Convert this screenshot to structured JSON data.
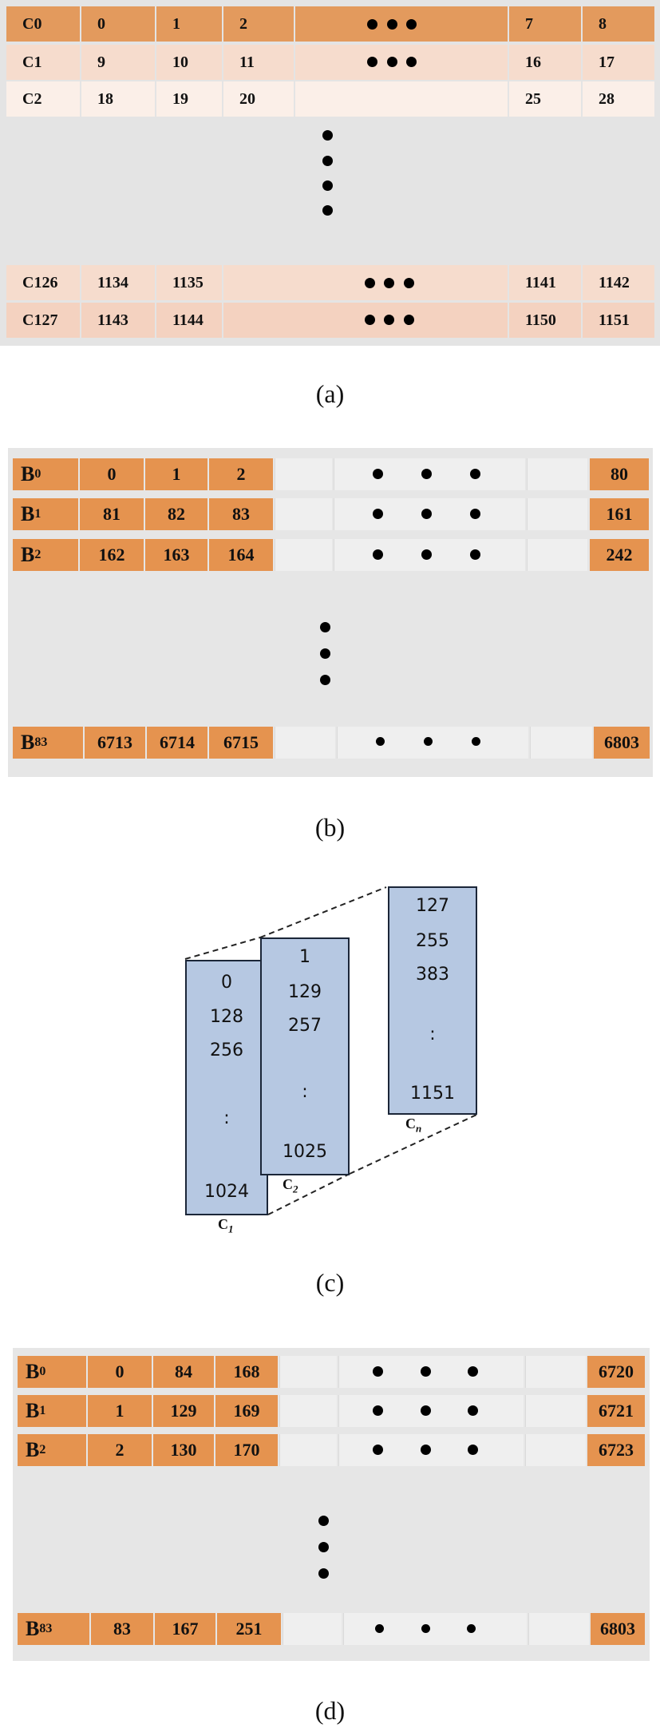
{
  "panel_a": {
    "rows": [
      {
        "label": "C0",
        "cells": [
          "0",
          "1",
          "2",
          "7",
          "8"
        ]
      },
      {
        "label": "C1",
        "cells": [
          "9",
          "10",
          "11",
          "16",
          "17"
        ]
      },
      {
        "label": "C2",
        "cells": [
          "18",
          "19",
          "20",
          "25",
          "28"
        ]
      },
      {
        "label": "C126",
        "cells": [
          "1134",
          "1135",
          "1141",
          "1142"
        ]
      },
      {
        "label": "C127",
        "cells": [
          "1143",
          "1144",
          "1150",
          "1151"
        ]
      }
    ],
    "caption": "(a)"
  },
  "panel_b": {
    "rows": [
      {
        "label": "B",
        "sub": "0",
        "cells": [
          "0",
          "1",
          "2"
        ],
        "last": "80"
      },
      {
        "label": "B",
        "sub": "1",
        "cells": [
          "81",
          "82",
          "83"
        ],
        "last": "161"
      },
      {
        "label": "B",
        "sub": "2",
        "cells": [
          "162",
          "163",
          "164"
        ],
        "last": "242"
      },
      {
        "label": "B",
        "sub": "83",
        "cells": [
          "6713",
          "6714",
          "6715"
        ],
        "last": "6803"
      }
    ],
    "caption": "(b)"
  },
  "panel_c": {
    "columns": [
      {
        "values": [
          "0",
          "128",
          "256",
          ":",
          "1024"
        ],
        "label": "C",
        "sub": "1"
      },
      {
        "values": [
          "1",
          "129",
          "257",
          ":",
          "1025"
        ],
        "label": "C",
        "sub": "2"
      },
      {
        "values": [
          "127",
          "255",
          "383",
          ":",
          "1151"
        ],
        "label": "C",
        "sub": "n"
      }
    ],
    "caption": "(c)"
  },
  "panel_d": {
    "rows": [
      {
        "label": "B",
        "sub": "0",
        "cells": [
          "0",
          "84",
          "168"
        ],
        "last": "6720"
      },
      {
        "label": "B",
        "sub": "1",
        "cells": [
          "1",
          "129",
          "169"
        ],
        "last": "6721"
      },
      {
        "label": "B",
        "sub": "2",
        "cells": [
          "2",
          "130",
          "170"
        ],
        "last": "6723"
      },
      {
        "label": "B",
        "sub": "83",
        "cells": [
          "83",
          "167",
          "251"
        ],
        "last": "6803"
      }
    ],
    "caption": "(d)"
  },
  "colors": {
    "orange": "#e5934f",
    "blue": "#b6c8e2",
    "gray": "#e6e6e6"
  }
}
